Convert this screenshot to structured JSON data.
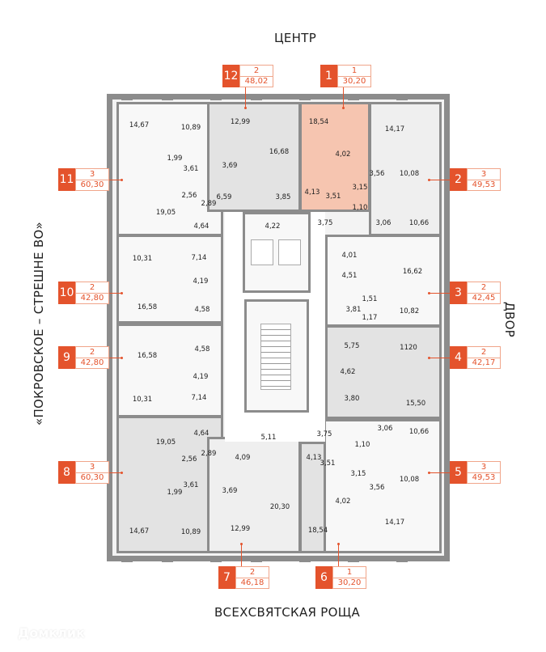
{
  "directions": {
    "top": "ЦЕНТР",
    "bottom": "ВСЕХСВЯТСКАЯ РОЩА",
    "left": "«ПОКРОВСКОЕ – СТРЕШНЕ ВО»",
    "right": "ДВОР"
  },
  "watermark": "Домклик",
  "colors": {
    "accent": "#e4532c",
    "highlight": "#f6c5b0",
    "wall": "#8c8c8c"
  },
  "units": [
    {
      "number": "12",
      "rooms": "2",
      "area": "48,02"
    },
    {
      "number": "1",
      "rooms": "1",
      "area": "30,20"
    },
    {
      "number": "11",
      "rooms": "3",
      "area": "60,30"
    },
    {
      "number": "2",
      "rooms": "3",
      "area": "49,53"
    },
    {
      "number": "10",
      "rooms": "2",
      "area": "42,80"
    },
    {
      "number": "3",
      "rooms": "2",
      "area": "42,45"
    },
    {
      "number": "9",
      "rooms": "2",
      "area": "42,80"
    },
    {
      "number": "4",
      "rooms": "2",
      "area": "42,17"
    },
    {
      "number": "8",
      "rooms": "3",
      "area": "60,30"
    },
    {
      "number": "5",
      "rooms": "3",
      "area": "49,53"
    },
    {
      "number": "7",
      "rooms": "2",
      "area": "46,18"
    },
    {
      "number": "6",
      "rooms": "1",
      "area": "30,20"
    }
  ],
  "room_areas": [
    "14,67",
    "10,89",
    "1,99",
    "3,61",
    "2,56",
    "2,89",
    "19,05",
    "4,64",
    "12,99",
    "3,69",
    "16,68",
    "6,59",
    "3,85",
    "4,22",
    "18,54",
    "4,02",
    "4,13",
    "3,51",
    "14,17",
    "10,08",
    "3,56",
    "3,15",
    "1,10",
    "3,75",
    "3,06",
    "10,66",
    "10,31",
    "7,14",
    "4,19",
    "16,58",
    "4,58",
    "4,01",
    "4,51",
    "16,62",
    "1,51",
    "3,81",
    "1,17",
    "10,82",
    "4,58",
    "16,58",
    "4,19",
    "10,31",
    "7,14",
    "5,75",
    "1120",
    "4,62",
    "3,80",
    "15,50",
    "19,05",
    "4,64",
    "2,56",
    "2,89",
    "3,61",
    "1,99",
    "14,67",
    "10,89",
    "4,09",
    "3,69",
    "12,99",
    "5,11",
    "20,30",
    "4,13",
    "3,51",
    "4,02",
    "18,54",
    "3,75",
    "3,06",
    "10,66",
    "1,10",
    "3,15",
    "3,56",
    "10,08",
    "14,17"
  ]
}
